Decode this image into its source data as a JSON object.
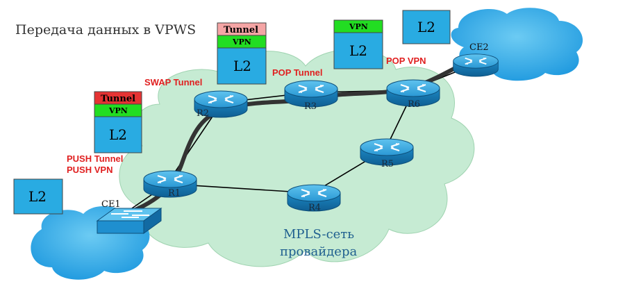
{
  "title": "Передача данных в VPWS",
  "network_label": [
    "MPLS-сеть",
    "провайдера"
  ],
  "colors": {
    "mpls_cloud": "#c6ebd3",
    "customer_cloud": "#2fa8e6",
    "router_body": "#1f8fcf",
    "l2_block": "#29abe2",
    "vpn_block": "#22dd22",
    "tunnel_push": "#e53333",
    "tunnel_swap": "#f5a5a5",
    "action_label": "#e02020",
    "path": "#333333"
  },
  "routers": [
    {
      "id": "R1",
      "label": "R1"
    },
    {
      "id": "R2",
      "label": "R2"
    },
    {
      "id": "R3",
      "label": "R3"
    },
    {
      "id": "R4",
      "label": "R4"
    },
    {
      "id": "R5",
      "label": "R5"
    },
    {
      "id": "R6",
      "label": "R6"
    }
  ],
  "ce_devices": [
    {
      "id": "CE1",
      "label": "CE1",
      "type": "switch"
    },
    {
      "id": "CE2",
      "label": "CE2",
      "type": "router"
    }
  ],
  "links": [
    [
      "CE1",
      "R1"
    ],
    [
      "R1",
      "R2"
    ],
    [
      "R2",
      "R3"
    ],
    [
      "R3",
      "R6"
    ],
    [
      "R1",
      "R4"
    ],
    [
      "R4",
      "R5"
    ],
    [
      "R5",
      "R6"
    ],
    [
      "R6",
      "CE2"
    ]
  ],
  "path": [
    "CE1",
    "R1",
    "R2",
    "R3",
    "R6",
    "CE2"
  ],
  "packets": [
    {
      "id": "pkt-ce1",
      "layers": [
        "L2"
      ]
    },
    {
      "id": "pkt-r1",
      "layers": [
        "Tunnel",
        "VPN",
        "L2"
      ]
    },
    {
      "id": "pkt-r2",
      "layers": [
        "Tunnel",
        "VPN",
        "L2"
      ]
    },
    {
      "id": "pkt-r3",
      "layers": [
        "VPN",
        "L2"
      ]
    },
    {
      "id": "pkt-ce2",
      "layers": [
        "L2"
      ]
    }
  ],
  "actions": [
    {
      "id": "push",
      "lines": [
        "PUSH Tunnel",
        "PUSH VPN"
      ]
    },
    {
      "id": "swap",
      "lines": [
        "SWAP Tunnel"
      ]
    },
    {
      "id": "pop-tunnel",
      "lines": [
        "POP Tunnel"
      ]
    },
    {
      "id": "pop-vpn",
      "lines": [
        "POP VPN"
      ]
    }
  ]
}
